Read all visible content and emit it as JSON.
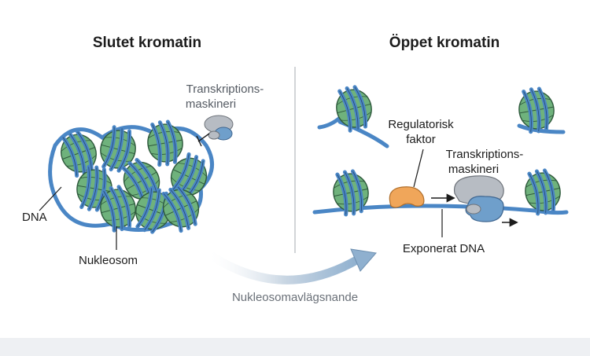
{
  "left_panel": {
    "title": "Slutet kromatin",
    "label_machinery_line1": "Transkriptions-",
    "label_machinery_line2": "maskineri",
    "label_dna": "DNA",
    "label_nucleosome": "Nukleosom"
  },
  "right_panel": {
    "title": "Öppet kromatin",
    "label_factor_line1": "Regulatorisk",
    "label_factor_line2": "faktor",
    "label_machinery_line1": "Transkriptions-",
    "label_machinery_line2": "maskineri",
    "label_exposed_dna": "Exponerat DNA"
  },
  "transition": {
    "label": "Nukleosomavlägsnande"
  },
  "colors": {
    "nucleosome_green": "#6fb27c",
    "dna_blue": "#4a86c5",
    "regulatory_factor": "#f0a65a",
    "machinery_gray": "#b7bcc3",
    "machinery_blue": "#6f9fcb"
  }
}
